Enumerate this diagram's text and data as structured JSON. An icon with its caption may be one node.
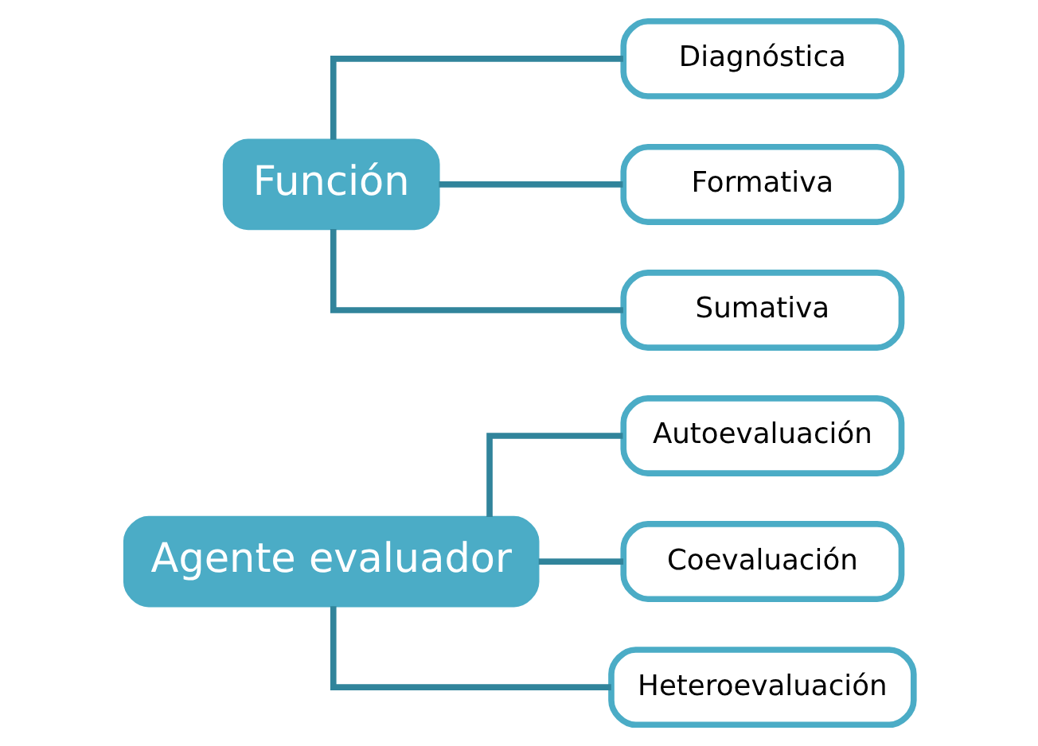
{
  "diagram": {
    "nodes": [
      {
        "text": [
          "Agente evaluador"
        ]
      },
      {
        "text": [
          "Autoevaluación"
        ]
      },
      {
        "text": [
          "Coevaluación"
        ]
      },
      {
        "text": [
          "Heteroevaluación"
        ]
      },
      {
        "text": [
          "Función"
        ]
      },
      {
        "text": [
          "Diagnóstica"
        ]
      },
      {
        "text": [
          "Formativa"
        ]
      },
      {
        "text": [
          "Sumativa"
        ]
      }
    ],
    "edges": [
      {
        "from": 0,
        "to": 1,
        "arrow": "none"
      },
      {
        "from": 0,
        "to": 2,
        "arrow": "none"
      },
      {
        "from": 0,
        "to": 3,
        "arrow": "none"
      },
      {
        "from": 4,
        "to": 5,
        "arrow": "none"
      },
      {
        "from": 4,
        "to": 6,
        "arrow": "none"
      },
      {
        "from": 4,
        "to": 7,
        "arrow": "none"
      }
    ]
  }
}
